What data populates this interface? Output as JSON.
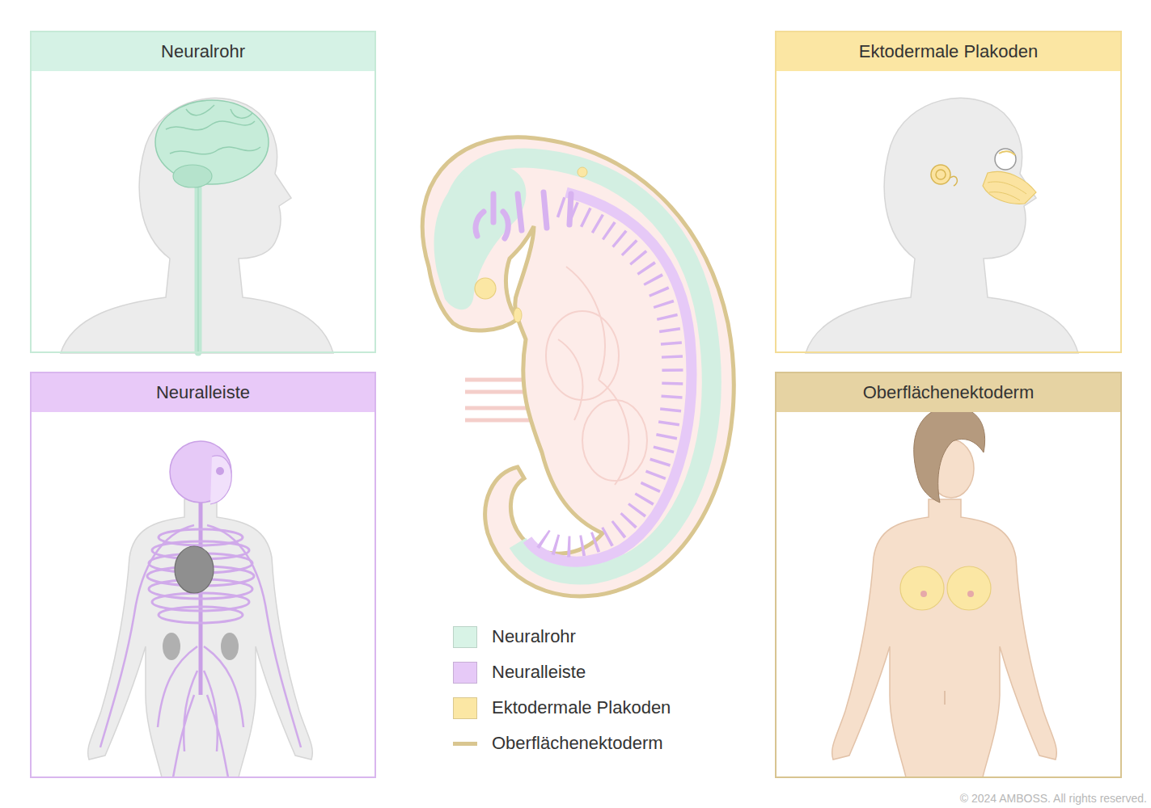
{
  "diagram": {
    "nodes": [
      {
        "text": [
          "Neuralrohr"
        ]
      },
      {
        "text": [
          "Ektodermale Plakoden"
        ]
      },
      {
        "text": [
          "Neuralleiste"
        ]
      },
      {
        "text": [
          "Oberflächenektoderm"
        ]
      }
    ],
    "labels": [
      "© 2024 AMBOSS. All rights reserved."
    ],
    "legend": [
      {
        "text": "Neuralrohr",
        "color": "#d8f3e6"
      },
      {
        "text": "Neuralleiste",
        "color": "#e6c9f7"
      },
      {
        "text": "Ektodermale Plakoden",
        "color": "#fbe7a4"
      },
      {
        "text": "Oberflächenektoderm"
      }
    ]
  }
}
